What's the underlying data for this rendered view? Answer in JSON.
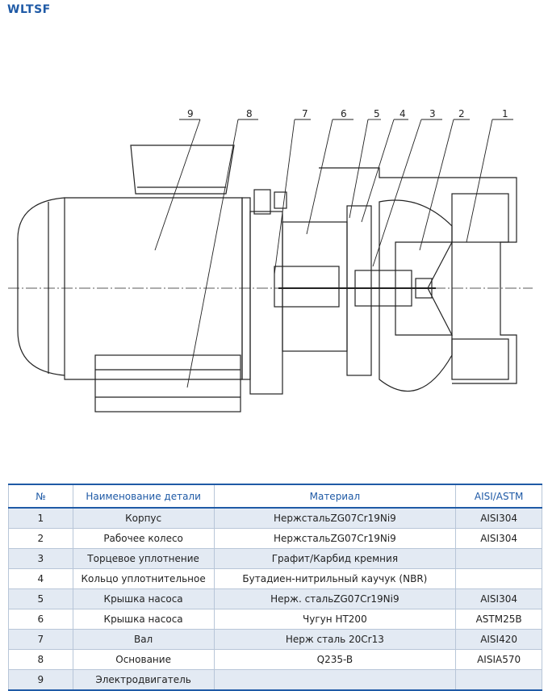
{
  "title": "WLTSF",
  "callouts": [
    "9",
    "8",
    "7",
    "6",
    "5",
    "4",
    "3",
    "2",
    "1"
  ],
  "table": {
    "headers": [
      "№",
      "Наименование детали",
      "Материал",
      "AISI/ASTM"
    ],
    "rows": [
      [
        "1",
        "Корпус",
        "НержстальZG07Cr19Ni9",
        "AISI304"
      ],
      [
        "2",
        "Рабочее колесо",
        "НержстальZG07Cr19Ni9",
        "AISI304"
      ],
      [
        "3",
        "Торцевое уплотнение",
        "Графит/Карбид кремния",
        ""
      ],
      [
        "4",
        "Кольцо уплотнительное",
        "Бутадиен-нитрильный каучук (NBR)",
        ""
      ],
      [
        "5",
        "Крышка насоса",
        "Нерж. стальZG07Cr19Ni9",
        "AISI304"
      ],
      [
        "6",
        "Крышка насоса",
        "Чугун HT200",
        "ASTM25B"
      ],
      [
        "7",
        "Вал",
        "Нерж сталь 20Cr13",
        "AISI420"
      ],
      [
        "8",
        "Основание",
        "Q235-B",
        "AISIA570"
      ],
      [
        "9",
        "Электродвигатель",
        "",
        ""
      ]
    ]
  }
}
